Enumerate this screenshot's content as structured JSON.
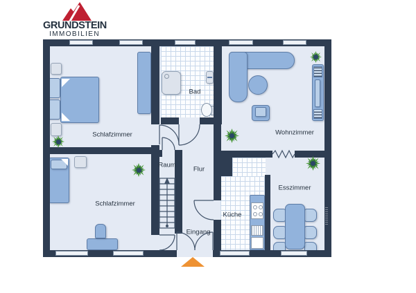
{
  "brand": {
    "name": "GRUNDSTEIN",
    "sub": "IMMOBILIEN"
  },
  "rooms": {
    "schlafzimmer1": "Schlafzimmer",
    "schlafzimmer2": "Schlafzimmer",
    "bad": "Bad",
    "raum": "Raum",
    "flur": "Flur",
    "eingang": "Eingang",
    "kueche": "Küche",
    "esszimmer": "Esszimmer",
    "wohnzimmer": "Wohnzimmer"
  },
  "colors": {
    "wall": "#2e3d52",
    "floor": "#e4eaf4",
    "tile-line": "#c9d8ea",
    "furniture": "#92b3dc",
    "furniture-border": "#5d7ca6",
    "furniture-light": "#dde3ec",
    "logo-red": "#bf2032",
    "brand-navy": "#24313f",
    "plant-green": "#4f9c3e",
    "plant-dark": "#2e6e35",
    "entrance-orange": "#ee9233",
    "line": "#42536a",
    "label": "#26323f",
    "window-fill": "#eef2f7",
    "window-border": "#7e8fa3"
  }
}
